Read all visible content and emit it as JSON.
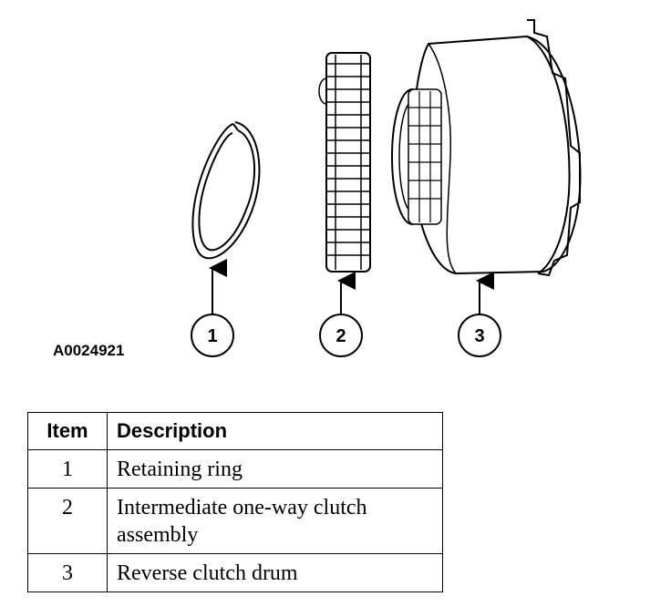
{
  "figure": {
    "id": "A0024921",
    "callouts": [
      "1",
      "2",
      "3"
    ]
  },
  "legend": {
    "headers": {
      "item": "Item",
      "description": "Description"
    },
    "rows": [
      {
        "item": "1",
        "description": "Retaining ring"
      },
      {
        "item": "2",
        "description": "Intermediate one-way clutch assembly"
      },
      {
        "item": "3",
        "description": "Reverse clutch drum"
      }
    ]
  }
}
